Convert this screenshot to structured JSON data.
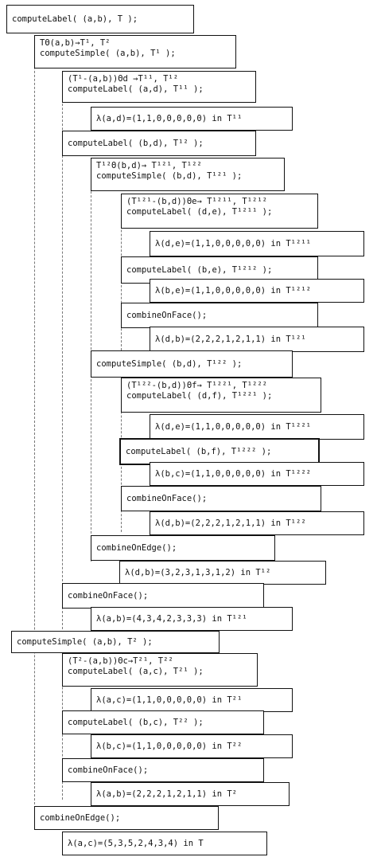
{
  "blocks": [
    {
      "text": "computeLabel( (a,b), T );"
    },
    {
      "text": "TΘ(a,b)→T¹, T²\ncomputeSimple( (a,b), T¹ );"
    },
    {
      "text": "(T¹-(a,b))Θd →T¹¹, T¹²\ncomputeLabel( (a,d), T¹¹ );"
    },
    {
      "text": "λ(a,d)=(1,1,0,0,0,0,0) in T¹¹"
    },
    {
      "text": "computeLabel( (b,d), T¹² );"
    },
    {
      "text": "T¹²Θ(b,d)→ T¹²¹, T¹²²\ncomputeSimple( (b,d), T¹²¹ );"
    },
    {
      "text": "(T¹²¹-(b,d))Θe→ T¹²¹¹, T¹²¹²\ncomputeLabel( (d,e), T¹²¹¹ );"
    },
    {
      "text": "λ(d,e)=(1,1,0,0,0,0,0) in T¹²¹¹"
    },
    {
      "text": "computeLabel( (b,e), T¹²¹² );"
    },
    {
      "text": "λ(b,e)=(1,1,0,0,0,0,0) in T¹²¹²"
    },
    {
      "text": "combineOnFace();"
    },
    {
      "text": "λ(d,b)=(2,2,2,1,2,1,1) in T¹²¹"
    },
    {
      "text": "computeSimple( (b,d), T¹²² );"
    },
    {
      "text": "(T¹²²-(b,d))Θf→ T¹²²¹, T¹²²²\ncomputeLabel( (d,f), T¹²²¹ );"
    },
    {
      "text": "λ(d,e)=(1,1,0,0,0,0,0) in T¹²²¹"
    },
    {
      "text": "computeLabel( (b,f), T¹²²² );"
    },
    {
      "text": "λ(b,c)=(1,1,0,0,0,0,0) in T¹²²²"
    },
    {
      "text": "combineOnFace();"
    },
    {
      "text": "λ(d,b)=(2,2,2,1,2,1,1) in T¹²²"
    },
    {
      "text": "combineOnEdge();"
    },
    {
      "text": "λ(d,b)=(3,2,3,1,3,1,2) in T¹²"
    },
    {
      "text": "combineOnFace();"
    },
    {
      "text": "λ(a,b)=(4,3,4,2,3,3,3) in T¹²¹"
    },
    {
      "text": "computeSimple( (a,b), T² );"
    },
    {
      "text": "(T²-(a,b))Θc→T²¹, T²²\ncomputeLabel( (a,c), T²¹ );"
    },
    {
      "text": "λ(a,c)=(1,1,0,0,0,0,0) in T²¹"
    },
    {
      "text": "computeLabel( (b,c), T²² );"
    },
    {
      "text": "λ(b,c)=(1,1,0,0,0,0,0) in T²²"
    },
    {
      "text": "combineOnFace();"
    },
    {
      "text": "λ(a,b)=(2,2,2,1,2,1,1) in T²"
    },
    {
      "text": "combineOnEdge();"
    },
    {
      "text": "λ(a,c)=(5,3,5,2,4,3,4) in T"
    }
  ]
}
